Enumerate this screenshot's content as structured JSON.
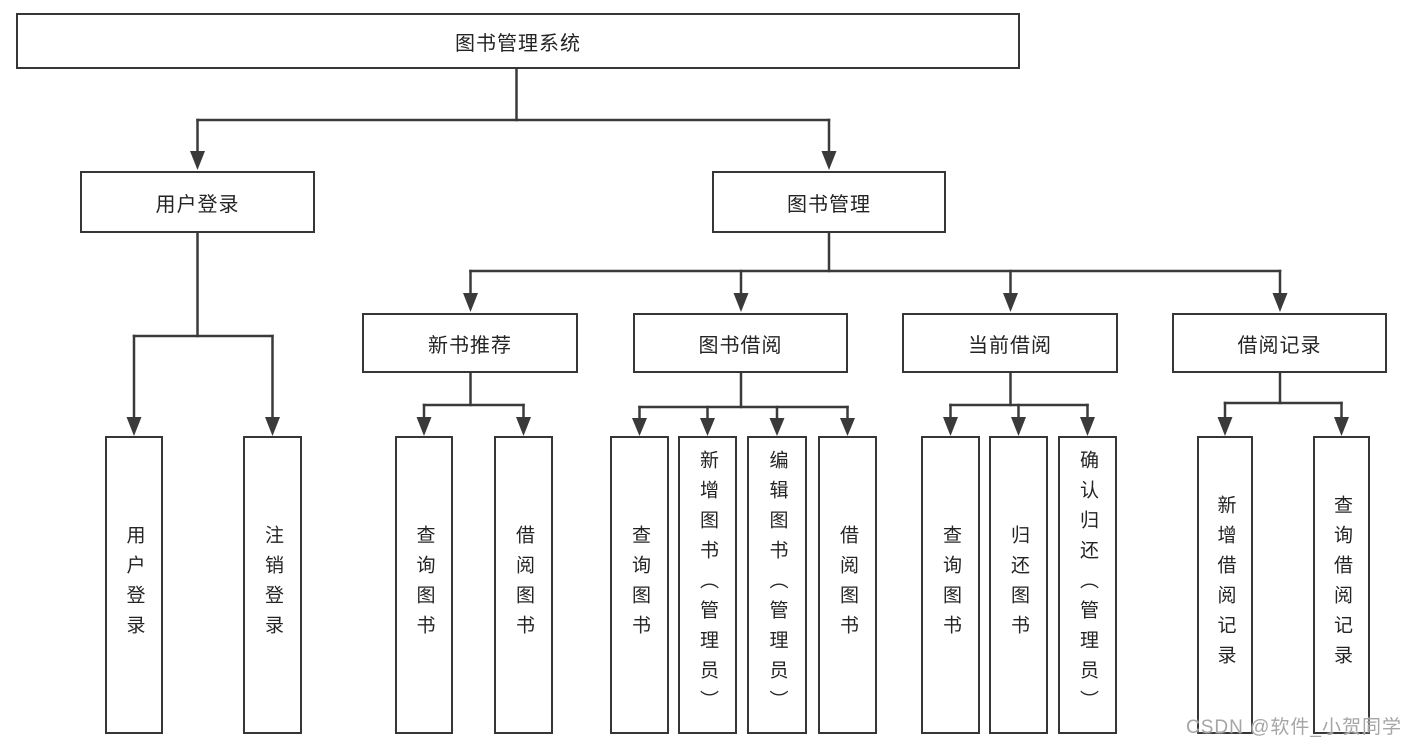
{
  "diagram_type": "hierarchy-tree",
  "watermark": "CSDN @软件_小贺同学",
  "colors": {
    "background": "#ffffff",
    "line": "#3a3a3a",
    "box_border": "#363636",
    "text": "#242424",
    "watermark_text": "#a6a6a6"
  },
  "tree": {
    "label": "图书管理系统",
    "children": [
      {
        "label": "用户登录",
        "children": [
          {
            "label": "用户登录"
          },
          {
            "label": "注销登录"
          }
        ]
      },
      {
        "label": "图书管理",
        "children": [
          {
            "label": "新书推荐",
            "children": [
              {
                "label": "查询图书"
              },
              {
                "label": "借阅图书"
              }
            ]
          },
          {
            "label": "图书借阅",
            "children": [
              {
                "label": "查询图书"
              },
              {
                "label": "新增图书（管理员）"
              },
              {
                "label": "编辑图书（管理员）"
              },
              {
                "label": "借阅图书"
              }
            ]
          },
          {
            "label": "当前借阅",
            "children": [
              {
                "label": "查询图书"
              },
              {
                "label": "归还图书"
              },
              {
                "label": "确认归还（管理员）"
              }
            ]
          },
          {
            "label": "借阅记录",
            "children": [
              {
                "label": "新增借阅记录"
              },
              {
                "label": "查询借阅记录"
              }
            ]
          }
        ]
      }
    ]
  }
}
